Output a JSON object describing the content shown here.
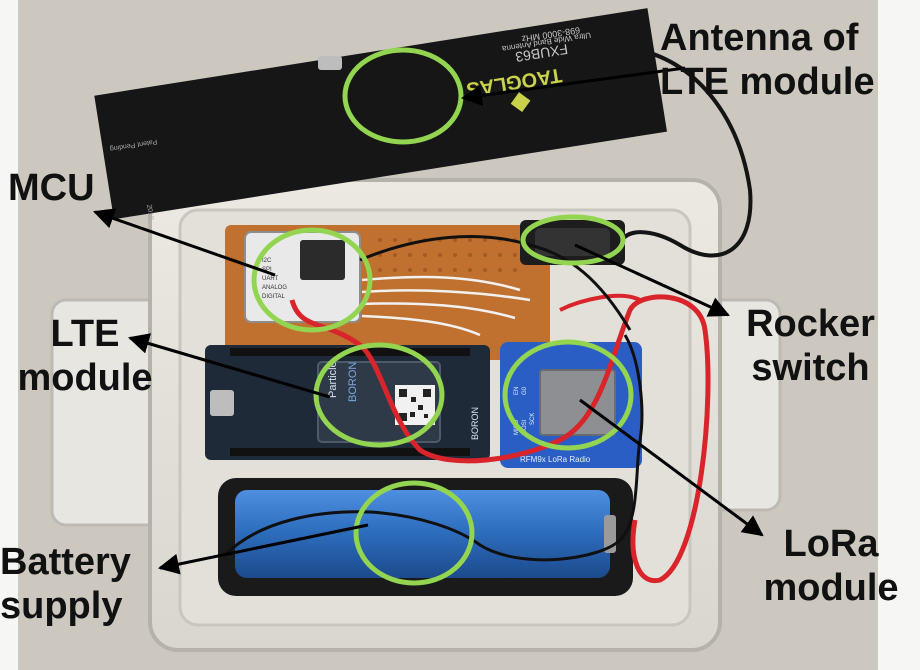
{
  "photo": {
    "antenna_print": {
      "freq": "698-3000 MHz",
      "desc": "Ultra Wide Band Antenna",
      "model": "FXUB63",
      "brand": "TAOGLAS",
      "patent": "Patent Pending",
      "year": "2019"
    },
    "mcu_board_print": [
      "I2C",
      "SPI",
      "UART",
      "ANALOG",
      "DIGITAL"
    ],
    "lte_board_print": {
      "brand": "Particle",
      "model": "BORON",
      "model_side": "BORON"
    },
    "lora_board_print": "RFM9x LoRa Radio",
    "lora_pin_print": [
      "EN",
      "G0",
      "SCK",
      "MISO",
      "MOSI"
    ]
  },
  "annotations": [
    {
      "id": "antenna",
      "lines": [
        "Antenna of",
        "LTE module"
      ]
    },
    {
      "id": "mcu",
      "lines": [
        "MCU"
      ]
    },
    {
      "id": "lte",
      "lines": [
        "LTE",
        "module"
      ]
    },
    {
      "id": "rocker",
      "lines": [
        "Rocker",
        "switch"
      ]
    },
    {
      "id": "lora",
      "lines": [
        "LoRa",
        "module"
      ]
    },
    {
      "id": "battery",
      "lines": [
        "Battery",
        "supply"
      ]
    }
  ],
  "colors": {
    "highlight": "#93d451",
    "label_text": "#111111",
    "arrow": "#000000",
    "wire_red": "#d8242a",
    "pcb_orange": "#c0702f",
    "battery_blue": "#2e6fc0",
    "lora_board": "#2a5ec4",
    "antenna_black": "#161616"
  }
}
